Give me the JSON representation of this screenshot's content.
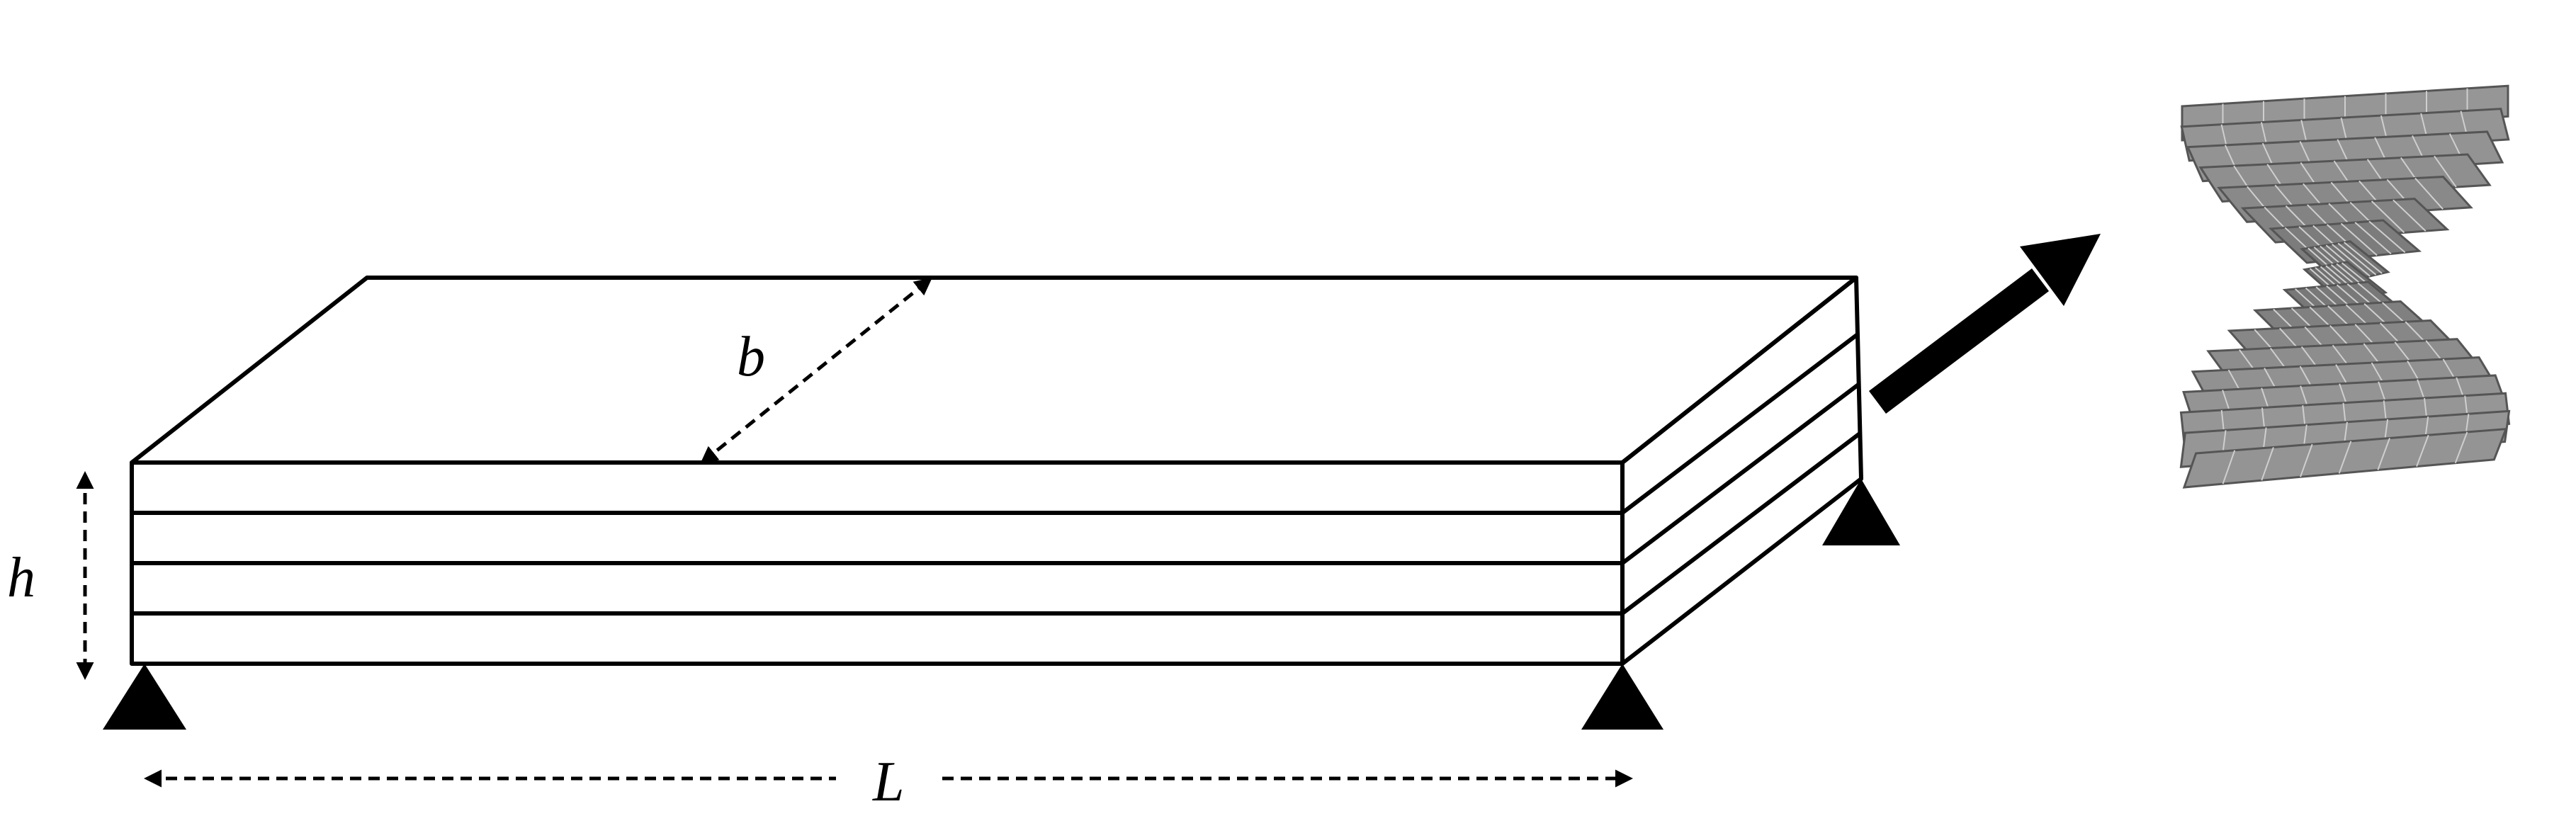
{
  "labels": {
    "width": "b",
    "height": "h",
    "length": "L"
  },
  "beam": {
    "layer_count": 4
  },
  "colors": {
    "line": "#000000",
    "background": "#ffffff",
    "fiber": "#8e8e8e"
  },
  "icons": {
    "support": "triangle-support-icon",
    "arrow": "thick-arrow-icon",
    "helicoid": "helicoidal-fiber-stack-icon"
  }
}
